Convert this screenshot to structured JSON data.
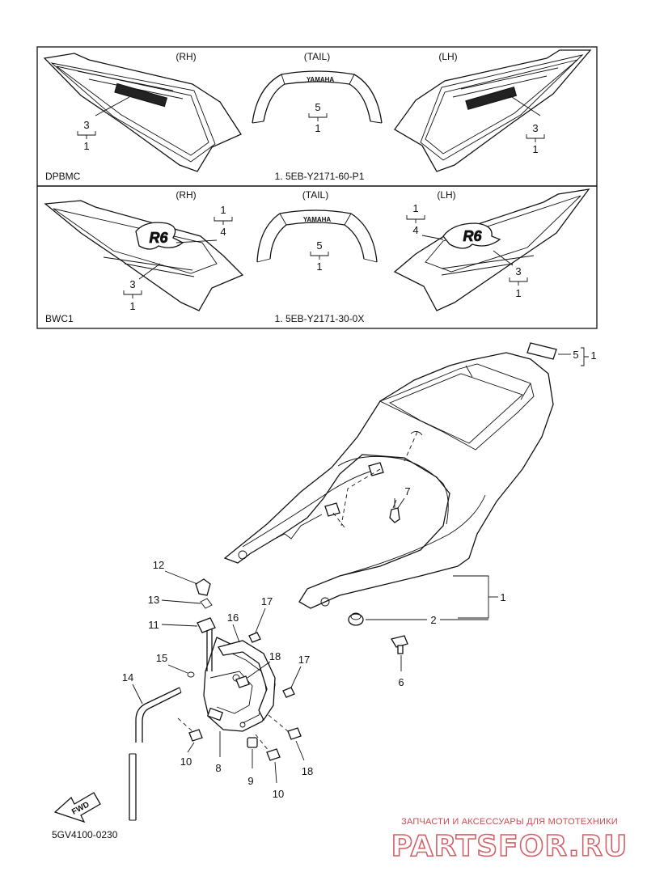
{
  "panels": [
    {
      "variant": "DPBMC",
      "part_number": "1. 5EB-Y2171-60-P1",
      "views": [
        "(RH)",
        "(TAIL)",
        "(LH)"
      ],
      "decal_label": "YAMAHA",
      "refs": {
        "rh": [
          "3",
          "1"
        ],
        "tail": [
          "5",
          "1"
        ],
        "lh": [
          "3",
          "1"
        ]
      }
    },
    {
      "variant": "BWC1",
      "part_number": "1. 5EB-Y2171-30-0X",
      "views": [
        "(RH)",
        "(TAIL)",
        "(LH)"
      ],
      "decal_label": "YAMAHA",
      "refs": {
        "rh_top": [
          "1",
          "4"
        ],
        "rh_bottom": [
          "3",
          "1"
        ],
        "tail": [
          "5",
          "1"
        ],
        "lh_top": [
          "1",
          "4"
        ],
        "lh_bottom": [
          "3",
          "1"
        ]
      }
    }
  ],
  "callouts": {
    "c1": "1",
    "c2": "2",
    "c5": "5",
    "c5b": "1",
    "c6": "6",
    "c7": "7",
    "c8": "8",
    "c9": "9",
    "c10a": "10",
    "c10b": "10",
    "c11": "11",
    "c12": "12",
    "c13": "13",
    "c14": "14",
    "c15": "15",
    "c16": "16",
    "c17a": "17",
    "c17b": "17",
    "c18a": "18",
    "c18b": "18"
  },
  "fwd_label": "FWD",
  "drawing_code": "5GV4100-0230",
  "watermark": {
    "tagline": "ЗАПЧАСТИ И АКСЕССУАРЫ ДЛЯ МОТОТЕХНИКИ",
    "brand": "PARTSFOR.RU",
    "color": "#d56069"
  }
}
